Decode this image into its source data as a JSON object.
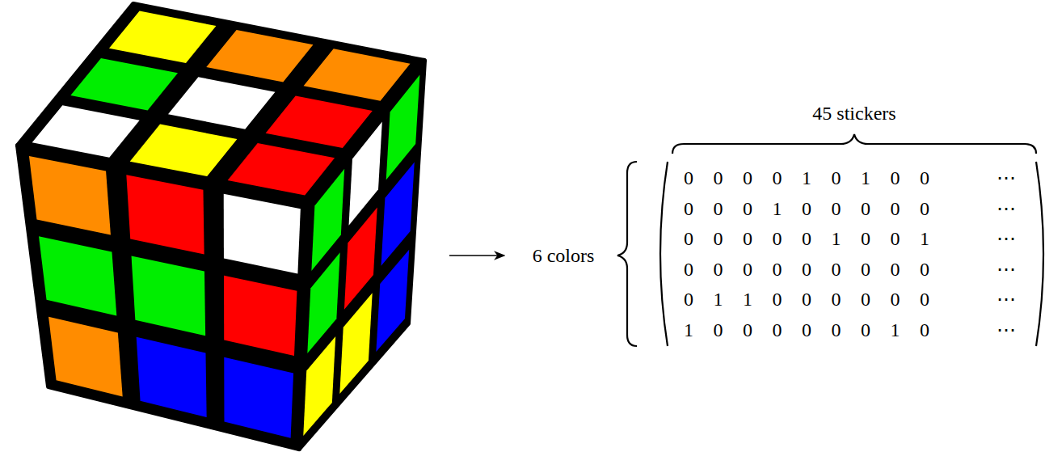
{
  "diagram": {
    "labels": [
      "45 stickers",
      "6 colors",
      "0",
      "0",
      "0",
      "0",
      "1",
      "0",
      "1",
      "0",
      "0",
      "⋯",
      "0",
      "0",
      "0",
      "1",
      "0",
      "0",
      "0",
      "0",
      "0",
      "⋯",
      "0",
      "0",
      "0",
      "0",
      "0",
      "1",
      "0",
      "0",
      "1",
      "⋯",
      "0",
      "0",
      "0",
      "0",
      "0",
      "0",
      "0",
      "0",
      "0",
      "⋯",
      "0",
      "1",
      "1",
      "0",
      "0",
      "0",
      "0",
      "0",
      "0",
      "⋯",
      "1",
      "0",
      "0",
      "0",
      "0",
      "0",
      "0",
      "1",
      "0",
      "⋯"
    ]
  }
}
